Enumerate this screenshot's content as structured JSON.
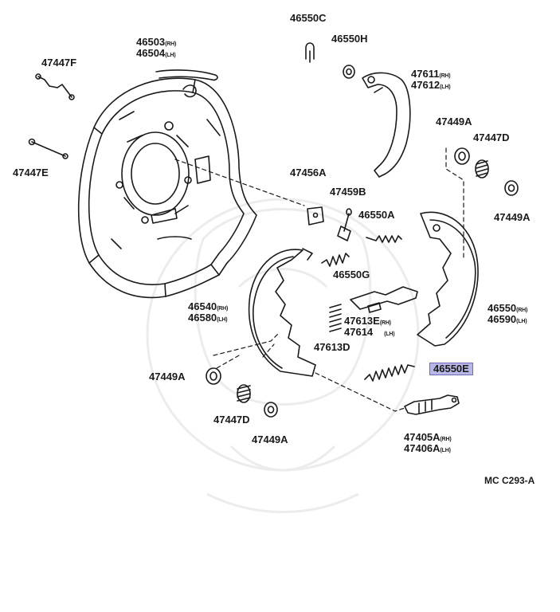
{
  "diagram_code": "MC C293-A",
  "highlighted_part": "46550E",
  "parts": {
    "p46550C": "46550C",
    "p46550H": "46550H",
    "p46503": "46503",
    "p46504": "46504",
    "p47447F": "47447F",
    "p47447E": "47447E",
    "p47611": "47611",
    "p47612": "47612",
    "p47449A_top": "47449A",
    "p47447D_top": "47447D",
    "p47449A_right": "47449A",
    "p47456A": "47456A",
    "p47459B": "47459B",
    "p46550A": "46550A",
    "p46550G": "46550G",
    "p46540": "46540",
    "p46580": "46580",
    "p47613E": "47613E",
    "p47614": "47614",
    "p47613D": "47613D",
    "p46550": "46550",
    "p46590": "46590",
    "p47449A_left": "47449A",
    "p46550E": "46550E",
    "p47447D_bottom": "47447D",
    "p47449A_bottom": "47449A",
    "p47405A": "47405A",
    "p47406A": "47406A"
  },
  "side_marks": {
    "rh": "(RH)",
    "lh": "(LH)"
  },
  "highlight_color": "#b9b7e6"
}
